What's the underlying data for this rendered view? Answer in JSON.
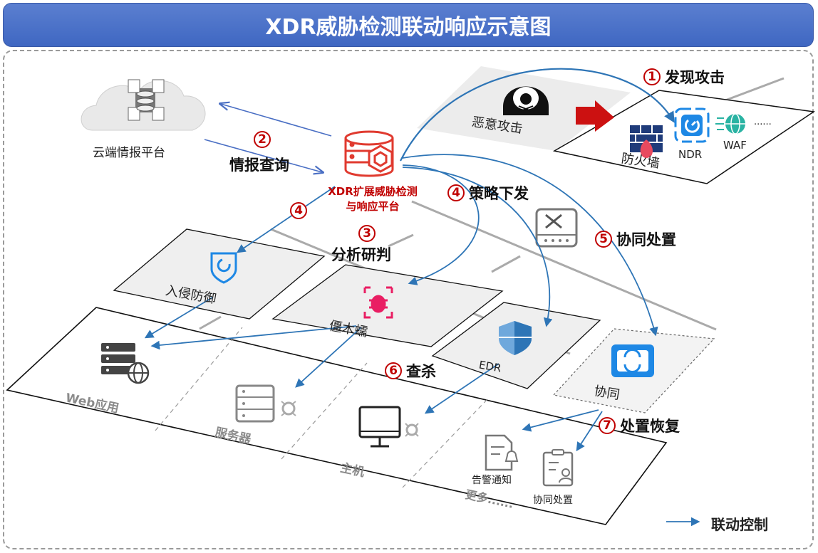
{
  "title": "XDR威胁检测联动响应示意图",
  "labels": {
    "cloud": "云端情报平台",
    "xdr_line1": "XDR扩展威胁检测",
    "xdr_line2": "与响应平台",
    "attack": "恶意攻击",
    "firewall": "防火墙",
    "ndr": "NDR",
    "waf": "WAF",
    "more_dots": "......",
    "intrusion": "入侵防御",
    "zombie": "僵木蠕",
    "edr": "EDR",
    "collab": "协同",
    "web": "Web应用",
    "server": "服务器",
    "host": "主机",
    "more": "更多......",
    "alert": "告警通知",
    "collab_action": "协同处置",
    "legend": "联动控制"
  },
  "steps": [
    {
      "num": "1",
      "text": "发现攻击"
    },
    {
      "num": "2",
      "text": "情报查询"
    },
    {
      "num": "3",
      "text": "分析研判"
    },
    {
      "num": "4",
      "text": "策略下发"
    },
    {
      "num": "4",
      "text": ""
    },
    {
      "num": "5",
      "text": "协同处置"
    },
    {
      "num": "6",
      "text": "查杀"
    },
    {
      "num": "7",
      "text": "处置恢复"
    }
  ],
  "colors": {
    "title_bg": "#4472c4",
    "arrow": "#2e75b6",
    "step_red": "#c00000",
    "xdr_red": "#e03a2f",
    "icon_blue": "#1e88e5",
    "icon_pink": "#e91e63",
    "attack_bar": "#cc1111"
  }
}
